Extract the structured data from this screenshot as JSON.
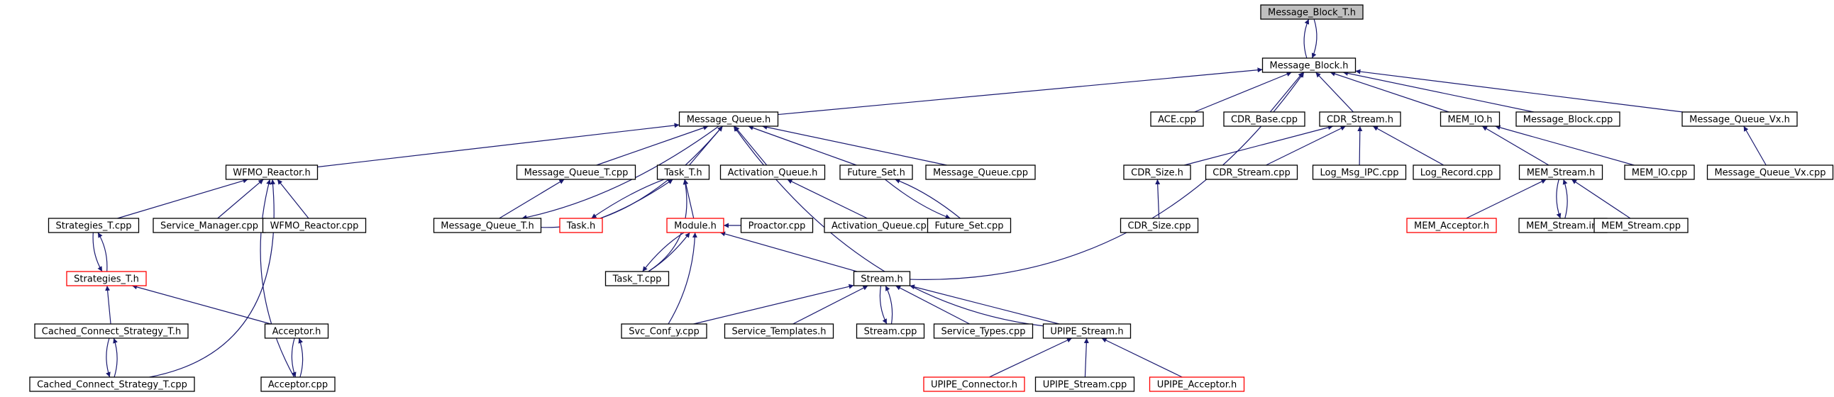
{
  "colors": {
    "edge": "#191970",
    "node_border": "#000000",
    "node_border_incomplete": "#ff0000",
    "root_fill": "#bfbfbf",
    "background": "#ffffff"
  },
  "nodes": [
    {
      "id": "mbt_h",
      "label": "Message_Block_T.h",
      "style": "root"
    },
    {
      "id": "mb_h",
      "label": "Message_Block.h",
      "style": "normal"
    },
    {
      "id": "mq_h",
      "label": "Message_Queue.h",
      "style": "normal"
    },
    {
      "id": "ace_cpp",
      "label": "ACE.cpp",
      "style": "normal"
    },
    {
      "id": "cdrb_cpp",
      "label": "CDR_Base.cpp",
      "style": "normal"
    },
    {
      "id": "cdrs_h",
      "label": "CDR_Stream.h",
      "style": "normal"
    },
    {
      "id": "memio_h",
      "label": "MEM_IO.h",
      "style": "normal"
    },
    {
      "id": "mb_cpp",
      "label": "Message_Block.cpp",
      "style": "normal"
    },
    {
      "id": "mqvx_h",
      "label": "Message_Queue_Vx.h",
      "style": "normal"
    },
    {
      "id": "wfmo_h",
      "label": "WFMO_Reactor.h",
      "style": "normal"
    },
    {
      "id": "mqt_cpp",
      "label": "Message_Queue_T.cpp",
      "style": "normal"
    },
    {
      "id": "taskt_h",
      "label": "Task_T.h",
      "style": "normal"
    },
    {
      "id": "actq_h",
      "label": "Activation_Queue.h",
      "style": "normal"
    },
    {
      "id": "futs_h",
      "label": "Future_Set.h",
      "style": "normal"
    },
    {
      "id": "mq_cpp",
      "label": "Message_Queue.cpp",
      "style": "normal"
    },
    {
      "id": "cdrsz_h",
      "label": "CDR_Size.h",
      "style": "normal"
    },
    {
      "id": "cdrs_cpp",
      "label": "CDR_Stream.cpp",
      "style": "normal"
    },
    {
      "id": "logmsg_cpp",
      "label": "Log_Msg_IPC.cpp",
      "style": "normal"
    },
    {
      "id": "logrec_cpp",
      "label": "Log_Record.cpp",
      "style": "normal"
    },
    {
      "id": "mems_h",
      "label": "MEM_Stream.h",
      "style": "normal"
    },
    {
      "id": "memio_cpp",
      "label": "MEM_IO.cpp",
      "style": "normal"
    },
    {
      "id": "mqvx_cpp",
      "label": "Message_Queue_Vx.cpp",
      "style": "normal"
    },
    {
      "id": "strt_cpp",
      "label": "Strategies_T.cpp",
      "style": "normal"
    },
    {
      "id": "svcmgr_cpp",
      "label": "Service_Manager.cpp",
      "style": "normal"
    },
    {
      "id": "wfmo_cpp",
      "label": "WFMO_Reactor.cpp",
      "style": "normal"
    },
    {
      "id": "mqt_h",
      "label": "Message_Queue_T.h",
      "style": "normal"
    },
    {
      "id": "task_h",
      "label": "Task.h",
      "style": "incomplete"
    },
    {
      "id": "module_h",
      "label": "Module.h",
      "style": "incomplete"
    },
    {
      "id": "proactor_cpp",
      "label": "Proactor.cpp",
      "style": "normal"
    },
    {
      "id": "actq_cpp",
      "label": "Activation_Queue.cpp",
      "style": "normal"
    },
    {
      "id": "futs_cpp",
      "label": "Future_Set.cpp",
      "style": "normal"
    },
    {
      "id": "cdrsz_cpp",
      "label": "CDR_Size.cpp",
      "style": "normal"
    },
    {
      "id": "memacc_h",
      "label": "MEM_Acceptor.h",
      "style": "incomplete"
    },
    {
      "id": "mems_inl",
      "label": "MEM_Stream.inl",
      "style": "normal"
    },
    {
      "id": "mems_cpp",
      "label": "MEM_Stream.cpp",
      "style": "normal"
    },
    {
      "id": "strt_h",
      "label": "Strategies_T.h",
      "style": "incomplete"
    },
    {
      "id": "taskt_cpp",
      "label": "Task_T.cpp",
      "style": "normal"
    },
    {
      "id": "stream_h",
      "label": "Stream.h",
      "style": "normal"
    },
    {
      "id": "ccst_h",
      "label": "Cached_Connect_Strategy_T.h",
      "style": "normal"
    },
    {
      "id": "acceptor_h",
      "label": "Acceptor.h",
      "style": "normal"
    },
    {
      "id": "svcconf_cpp",
      "label": "Svc_Conf_y.cpp",
      "style": "normal"
    },
    {
      "id": "svctmpl_h",
      "label": "Service_Templates.h",
      "style": "normal"
    },
    {
      "id": "stream_cpp",
      "label": "Stream.cpp",
      "style": "normal"
    },
    {
      "id": "svctypes_cpp",
      "label": "Service_Types.cpp",
      "style": "normal"
    },
    {
      "id": "upipes_h",
      "label": "UPIPE_Stream.h",
      "style": "normal"
    },
    {
      "id": "ccst_cpp",
      "label": "Cached_Connect_Strategy_T.cpp",
      "style": "normal"
    },
    {
      "id": "acceptor_cpp",
      "label": "Acceptor.cpp",
      "style": "normal"
    },
    {
      "id": "upipec_h",
      "label": "UPIPE_Connector.h",
      "style": "incomplete"
    },
    {
      "id": "upipes_cpp",
      "label": "UPIPE_Stream.cpp",
      "style": "normal"
    },
    {
      "id": "upipea_h",
      "label": "UPIPE_Acceptor.h",
      "style": "incomplete"
    }
  ],
  "edges": [
    {
      "from": "mb_h",
      "to": "mbt_h"
    },
    {
      "from": "mbt_h",
      "to": "mb_h"
    },
    {
      "from": "mq_h",
      "to": "mb_h"
    },
    {
      "from": "ace_cpp",
      "to": "mb_h"
    },
    {
      "from": "cdrb_cpp",
      "to": "mb_h"
    },
    {
      "from": "cdrs_h",
      "to": "mb_h"
    },
    {
      "from": "memio_h",
      "to": "mb_h"
    },
    {
      "from": "mb_cpp",
      "to": "mb_h"
    },
    {
      "from": "mqvx_h",
      "to": "mb_h"
    },
    {
      "from": "stream_h",
      "to": "mb_h"
    },
    {
      "from": "wfmo_h",
      "to": "mq_h"
    },
    {
      "from": "mqt_cpp",
      "to": "mq_h"
    },
    {
      "from": "taskt_h",
      "to": "mq_h"
    },
    {
      "from": "actq_h",
      "to": "mq_h"
    },
    {
      "from": "futs_h",
      "to": "mq_h"
    },
    {
      "from": "mq_cpp",
      "to": "mq_h"
    },
    {
      "from": "mqt_h",
      "to": "mq_h"
    },
    {
      "from": "mq_h",
      "to": "mqt_h"
    },
    {
      "from": "upipes_h",
      "to": "mq_h"
    },
    {
      "from": "cdrsz_h",
      "to": "cdrs_h"
    },
    {
      "from": "cdrs_cpp",
      "to": "cdrs_h"
    },
    {
      "from": "logmsg_cpp",
      "to": "cdrs_h"
    },
    {
      "from": "logrec_cpp",
      "to": "cdrs_h"
    },
    {
      "from": "mems_h",
      "to": "memio_h"
    },
    {
      "from": "memio_cpp",
      "to": "memio_h"
    },
    {
      "from": "mqvx_cpp",
      "to": "mqvx_h"
    },
    {
      "from": "strt_cpp",
      "to": "wfmo_h"
    },
    {
      "from": "svcmgr_cpp",
      "to": "wfmo_h"
    },
    {
      "from": "wfmo_cpp",
      "to": "wfmo_h"
    },
    {
      "from": "ccst_cpp",
      "to": "wfmo_h"
    },
    {
      "from": "acceptor_cpp",
      "to": "wfmo_h"
    },
    {
      "from": "mqt_h",
      "to": "mqt_cpp"
    },
    {
      "from": "task_h",
      "to": "taskt_h"
    },
    {
      "from": "taskt_h",
      "to": "task_h"
    },
    {
      "from": "module_h",
      "to": "taskt_h"
    },
    {
      "from": "taskt_cpp",
      "to": "taskt_h"
    },
    {
      "from": "actq_cpp",
      "to": "actq_h"
    },
    {
      "from": "futs_cpp",
      "to": "futs_h"
    },
    {
      "from": "futs_h",
      "to": "futs_cpp"
    },
    {
      "from": "cdrsz_cpp",
      "to": "cdrsz_h"
    },
    {
      "from": "memacc_h",
      "to": "mems_h"
    },
    {
      "from": "mems_inl",
      "to": "mems_h"
    },
    {
      "from": "mems_h",
      "to": "mems_inl"
    },
    {
      "from": "mems_cpp",
      "to": "mems_h"
    },
    {
      "from": "strt_h",
      "to": "strt_cpp"
    },
    {
      "from": "strt_cpp",
      "to": "strt_h"
    },
    {
      "from": "proactor_cpp",
      "to": "module_h"
    },
    {
      "from": "taskt_cpp",
      "to": "module_h"
    },
    {
      "from": "module_h",
      "to": "taskt_cpp"
    },
    {
      "from": "svcconf_cpp",
      "to": "module_h"
    },
    {
      "from": "stream_h",
      "to": "module_h"
    },
    {
      "from": "ccst_h",
      "to": "strt_h"
    },
    {
      "from": "acceptor_h",
      "to": "strt_h"
    },
    {
      "from": "ccst_cpp",
      "to": "ccst_h"
    },
    {
      "from": "ccst_h",
      "to": "ccst_cpp"
    },
    {
      "from": "acceptor_cpp",
      "to": "acceptor_h"
    },
    {
      "from": "acceptor_h",
      "to": "acceptor_cpp"
    },
    {
      "from": "svcconf_cpp",
      "to": "stream_h"
    },
    {
      "from": "svctmpl_h",
      "to": "stream_h"
    },
    {
      "from": "stream_cpp",
      "to": "stream_h"
    },
    {
      "from": "stream_h",
      "to": "stream_cpp"
    },
    {
      "from": "svctypes_cpp",
      "to": "stream_h"
    },
    {
      "from": "upipes_h",
      "to": "stream_h"
    },
    {
      "from": "upipec_h",
      "to": "upipes_h"
    },
    {
      "from": "upipes_cpp",
      "to": "upipes_h"
    },
    {
      "from": "upipea_h",
      "to": "upipes_h"
    }
  ]
}
